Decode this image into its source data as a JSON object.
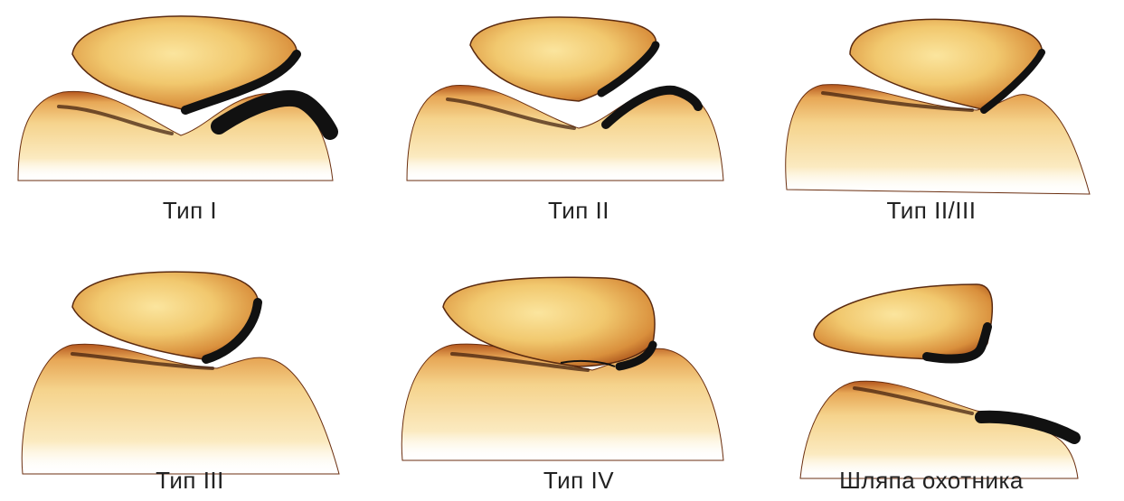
{
  "figure": {
    "panels": [
      {
        "id": "type-1",
        "caption": "Тип I"
      },
      {
        "id": "type-2",
        "caption": "Тип II"
      },
      {
        "id": "type-2-3",
        "caption": "Тип II/III"
      },
      {
        "id": "type-3",
        "caption": "Тип III"
      },
      {
        "id": "type-4",
        "caption": "Тип IV"
      },
      {
        "id": "hunters-cap",
        "caption": "Шляпа охотника"
      }
    ],
    "colors": {
      "bone_light": "#f7dc8e",
      "bone_mid": "#e9b45a",
      "bone_dark": "#b85a1e",
      "outline": "#5a2a10",
      "cartilage": "#111111",
      "caption": "#222222"
    }
  }
}
